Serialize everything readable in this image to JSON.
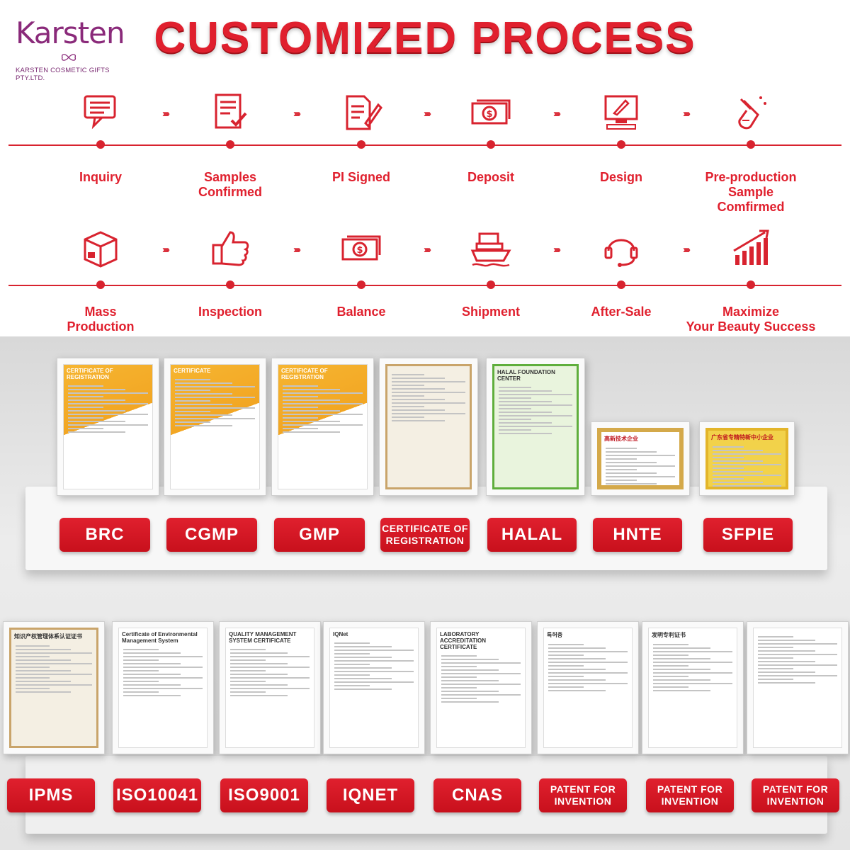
{
  "brand": {
    "name": "Karsten",
    "subtitle": "KARSTEN COSMETIC GIFTS PTY.LTD."
  },
  "title": "CUSTOMIZED PROCESS",
  "colors": {
    "accent": "#e0202e",
    "brand": "#8a2a7a"
  },
  "process_row_1": [
    {
      "label": "Inquiry",
      "icon": "chat-list-icon"
    },
    {
      "label": "Samples\nConfirmed",
      "icon": "document-check-icon"
    },
    {
      "label": "PI Signed",
      "icon": "document-pen-icon"
    },
    {
      "label": "Deposit",
      "icon": "cash-icon"
    },
    {
      "label": "Design",
      "icon": "computer-design-icon"
    },
    {
      "label": "Pre-production\nSample\nComfirmed",
      "icon": "test-tube-icon"
    }
  ],
  "process_row_2": [
    {
      "label": "Mass\nProduction",
      "icon": "box-icon"
    },
    {
      "label": "Inspection",
      "icon": "thumbs-up-icon"
    },
    {
      "label": "Balance",
      "icon": "cash-icon"
    },
    {
      "label": "Shipment",
      "icon": "ship-icon"
    },
    {
      "label": "After-Sale",
      "icon": "headset-icon"
    },
    {
      "label": "Maximize\nYour Beauty Success",
      "icon": "growth-chart-icon"
    }
  ],
  "shelf_1_certificates": [
    {
      "tag": "BRC",
      "header": "CERTIFICATE OF REGISTRATION",
      "theme": "#f2a623"
    },
    {
      "tag": "CGMP",
      "header": "CERTIFICATE",
      "theme": "#f2a623"
    },
    {
      "tag": "GMP",
      "header": "CERTIFICATE OF REGISTRATION",
      "theme": "#f2a623"
    },
    {
      "tag": "CERTIFICATE OF\nREGISTRATION",
      "header": "",
      "theme": "#c9a46a"
    },
    {
      "tag": "HALAL",
      "header": "HALAL FOUNDATION CENTER",
      "theme": "#5fae3c"
    },
    {
      "tag": "HNTE",
      "header": "高新技术企业",
      "theme": "#d4a94a"
    },
    {
      "tag": "SFPIE",
      "header": "广东省专精特新中小企业",
      "theme": "#e9c23a"
    }
  ],
  "shelf_2_certificates": [
    {
      "tag": "IPMS",
      "header": "知识产权管理体系认证证书",
      "theme": "#c9a46a"
    },
    {
      "tag": "ISO10041",
      "header": "Certificate of Environmental Management System",
      "theme": "#bbbbbb"
    },
    {
      "tag": "ISO9001",
      "header": "QUALITY MANAGEMENT SYSTEM CERTIFICATE",
      "theme": "#bbbbbb"
    },
    {
      "tag": "IQNET",
      "header": "IQNet",
      "theme": "#bbbbbb"
    },
    {
      "tag": "CNAS",
      "header": "LABORATORY ACCREDITATION CERTIFICATE",
      "theme": "#bbbbbb"
    },
    {
      "tag": "PATENT FOR\nINVENTION",
      "header": "특허증",
      "theme": "#bbbbbb"
    },
    {
      "tag": "PATENT FOR\nINVENTION",
      "header": "发明专利证书",
      "theme": "#bbbbbb"
    },
    {
      "tag": "PATENT FOR\nINVENTION",
      "header": "",
      "theme": "#bbbbbb"
    }
  ]
}
